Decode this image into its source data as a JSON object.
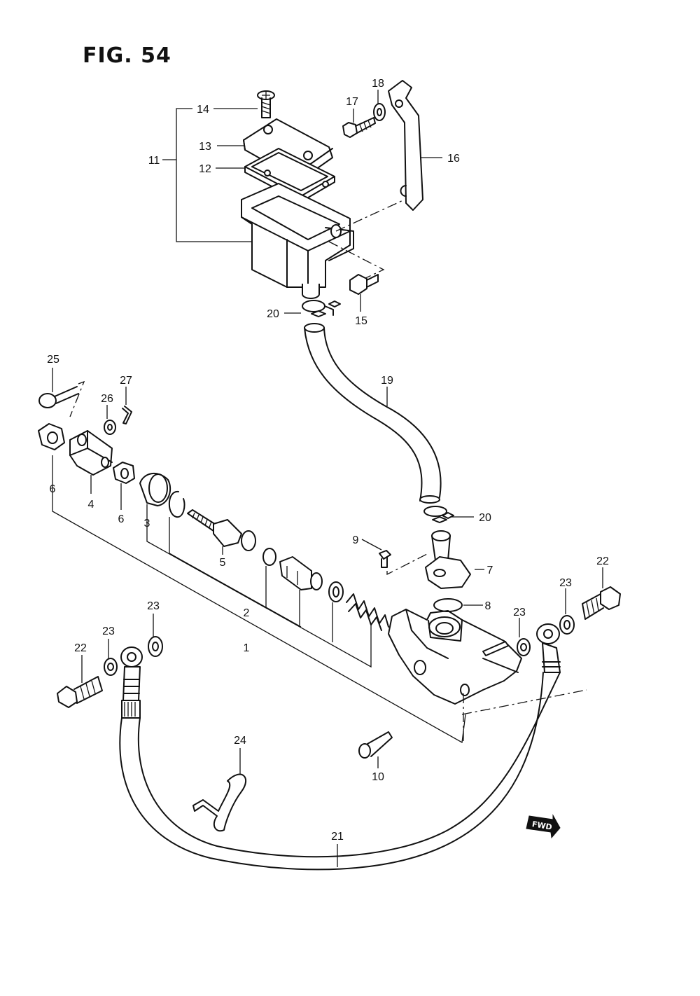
{
  "figure": {
    "title": "FIG. 54"
  },
  "callouts": [
    {
      "id": "c1",
      "label": "1"
    },
    {
      "id": "c2",
      "label": "2"
    },
    {
      "id": "c3",
      "label": "3"
    },
    {
      "id": "c4",
      "label": "4"
    },
    {
      "id": "c5",
      "label": "5"
    },
    {
      "id": "c6a",
      "label": "6"
    },
    {
      "id": "c6b",
      "label": "6"
    },
    {
      "id": "c7",
      "label": "7"
    },
    {
      "id": "c8",
      "label": "8"
    },
    {
      "id": "c9",
      "label": "9"
    },
    {
      "id": "c10",
      "label": "10"
    },
    {
      "id": "c11",
      "label": "11"
    },
    {
      "id": "c12",
      "label": "12"
    },
    {
      "id": "c13",
      "label": "13"
    },
    {
      "id": "c14",
      "label": "14"
    },
    {
      "id": "c15",
      "label": "15"
    },
    {
      "id": "c16",
      "label": "16"
    },
    {
      "id": "c17",
      "label": "17"
    },
    {
      "id": "c18",
      "label": "18"
    },
    {
      "id": "c19",
      "label": "19"
    },
    {
      "id": "c20a",
      "label": "20"
    },
    {
      "id": "c20b",
      "label": "20"
    },
    {
      "id": "c21",
      "label": "21"
    },
    {
      "id": "c22a",
      "label": "22"
    },
    {
      "id": "c22b",
      "label": "22"
    },
    {
      "id": "c23a",
      "label": "23"
    },
    {
      "id": "c23b",
      "label": "23"
    },
    {
      "id": "c23c",
      "label": "23"
    },
    {
      "id": "c23d",
      "label": "23"
    },
    {
      "id": "c24",
      "label": "24"
    },
    {
      "id": "c25",
      "label": "25"
    },
    {
      "id": "c26",
      "label": "26"
    },
    {
      "id": "c27",
      "label": "27"
    }
  ],
  "direction_badge": {
    "label": "FWD",
    "icon": "forward-arrow-icon"
  }
}
